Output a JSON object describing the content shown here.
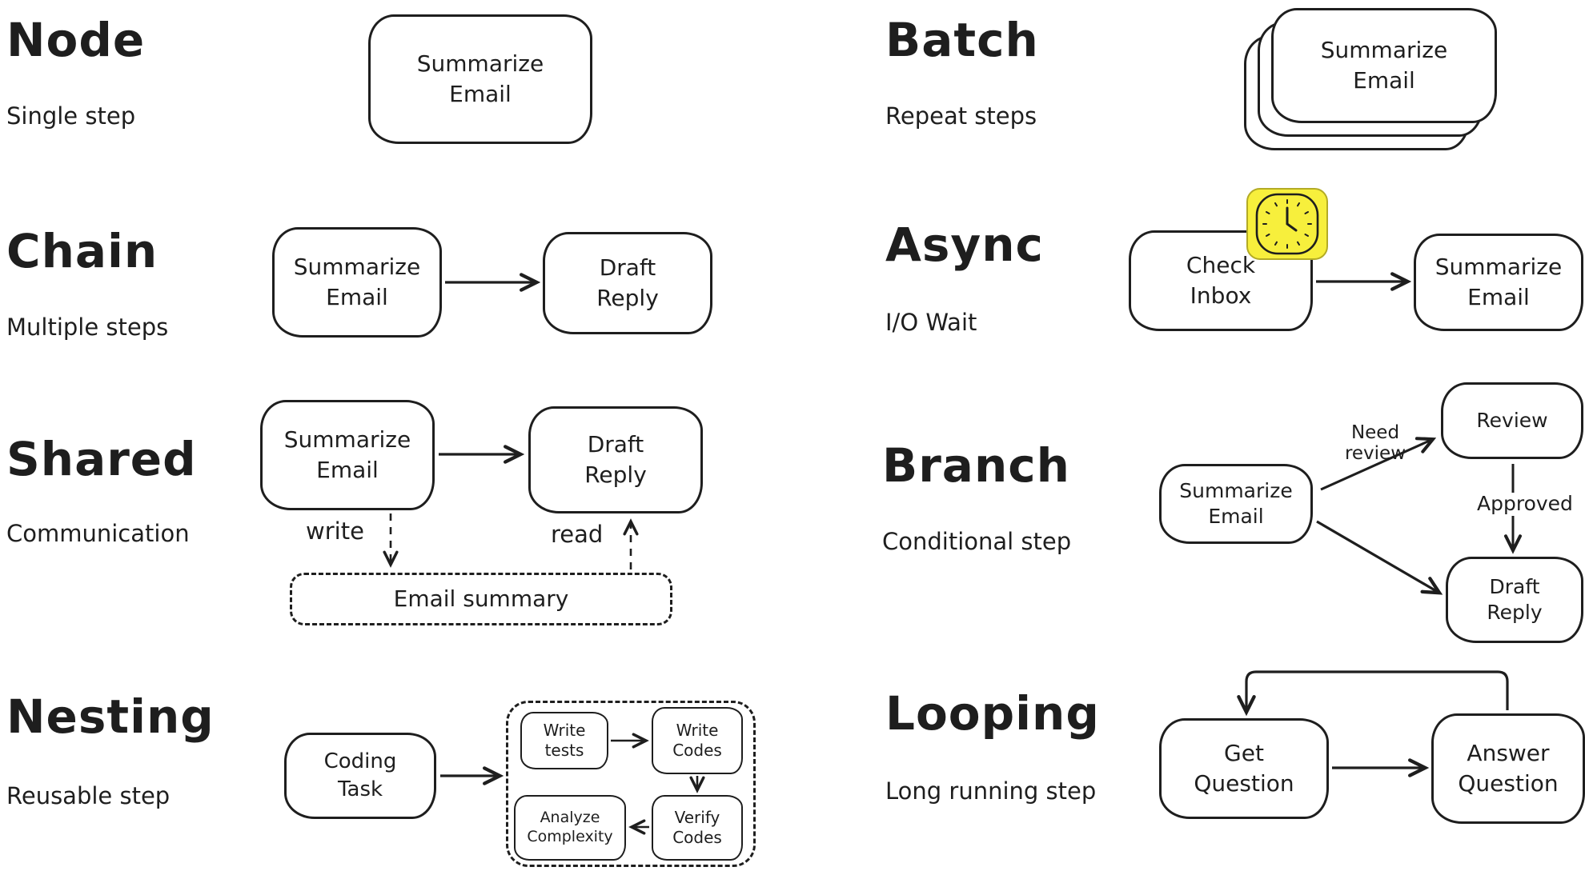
{
  "canvas": {
    "ink_color": "#1e1e1e",
    "background_color": "#ffffff",
    "sticky_yellow": "#f7ef3c"
  },
  "patterns": {
    "node": {
      "title": "Node",
      "subtitle": "Single step",
      "nodes": {
        "summarize": "Summarize\nEmail"
      }
    },
    "chain": {
      "title": "Chain",
      "subtitle": "Multiple steps",
      "nodes": {
        "summarize": "Summarize\nEmail",
        "draft": "Draft\nReply"
      }
    },
    "shared": {
      "title": "Shared",
      "subtitle": "Communication",
      "nodes": {
        "summarize": "Summarize\nEmail",
        "draft": "Draft\nReply",
        "store": "Email summary"
      },
      "labels": {
        "write": "write",
        "read": "read"
      }
    },
    "nesting": {
      "title": "Nesting",
      "subtitle": "Reusable step",
      "nodes": {
        "coding": "Coding\nTask",
        "write_tests": "Write\ntests",
        "write_codes": "Write\nCodes",
        "analyze": "Analyze\nComplexity",
        "verify": "Verify\nCodes"
      }
    },
    "batch": {
      "title": "Batch",
      "subtitle": "Repeat steps",
      "nodes": {
        "summarize": "Summarize\nEmail"
      }
    },
    "async": {
      "title": "Async",
      "subtitle": "I/O Wait",
      "nodes": {
        "check": "Check\nInbox",
        "summarize": "Summarize\nEmail"
      },
      "icons": {
        "clock": "clock-icon"
      }
    },
    "branch": {
      "title": "Branch",
      "subtitle": "Conditional step",
      "nodes": {
        "summarize": "Summarize\nEmail",
        "review": "Review",
        "draft": "Draft\nReply"
      },
      "labels": {
        "need_review": "Need\nreview",
        "approved": "Approved"
      }
    },
    "looping": {
      "title": "Looping",
      "subtitle": "Long running step",
      "nodes": {
        "get": "Get\nQuestion",
        "answer": "Answer\nQuestion"
      }
    }
  }
}
